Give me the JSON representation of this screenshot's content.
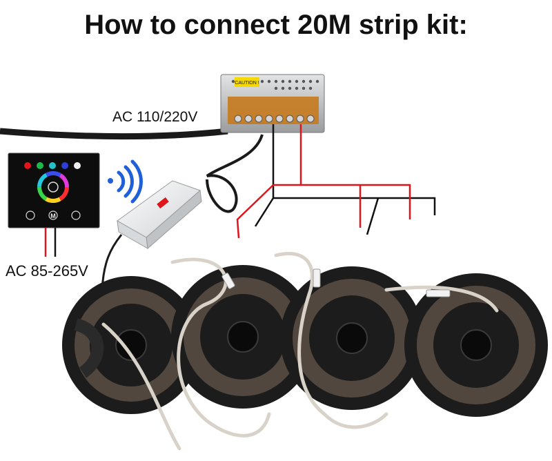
{
  "title": "How to connect 20M strip kit:",
  "labels": {
    "ac_input": "AC 110/220V",
    "wall_panel_ac": "AC 85-265V",
    "psu_caution": "CAUTION !",
    "panel_button_mode": "M"
  },
  "colors": {
    "wire_positive": "#e0141b",
    "wire_negative": "#111111",
    "led_strip": "#d8d2c8",
    "reel": "#1c1c1c",
    "psu_body": "#c8cacc",
    "wall_panel": "#0d0d0d"
  },
  "components": {
    "strip_reels": 4,
    "panel_buttons_top": [
      "red",
      "green",
      "cyan",
      "blue",
      "white"
    ],
    "panel_buttons_bottom": [
      "power-icon",
      "M",
      "mode-icon"
    ]
  }
}
